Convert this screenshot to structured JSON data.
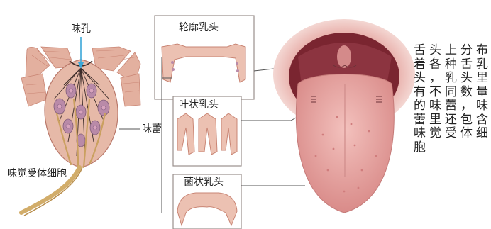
{
  "labels": {
    "pore": "味孔",
    "bud": "味蕾",
    "receptor": "味觉受体细胞",
    "circumvallate": "轮廓乳头",
    "foliate": "叶状乳头",
    "fungiform": "菌状乳头"
  },
  "description": "舌头上分布着各种舌乳头，乳头里有不同数量的味蕾，味蕾里还包含味觉受体细胞",
  "colors": {
    "tissue": "#e8b8a8",
    "tissue_dark": "#c98574",
    "bud_cell": "#b78aa6",
    "nerve": "#c9a36a",
    "tongue": "#e9a5a2",
    "mouth_dark": "#7a2530",
    "line": "#555555"
  }
}
